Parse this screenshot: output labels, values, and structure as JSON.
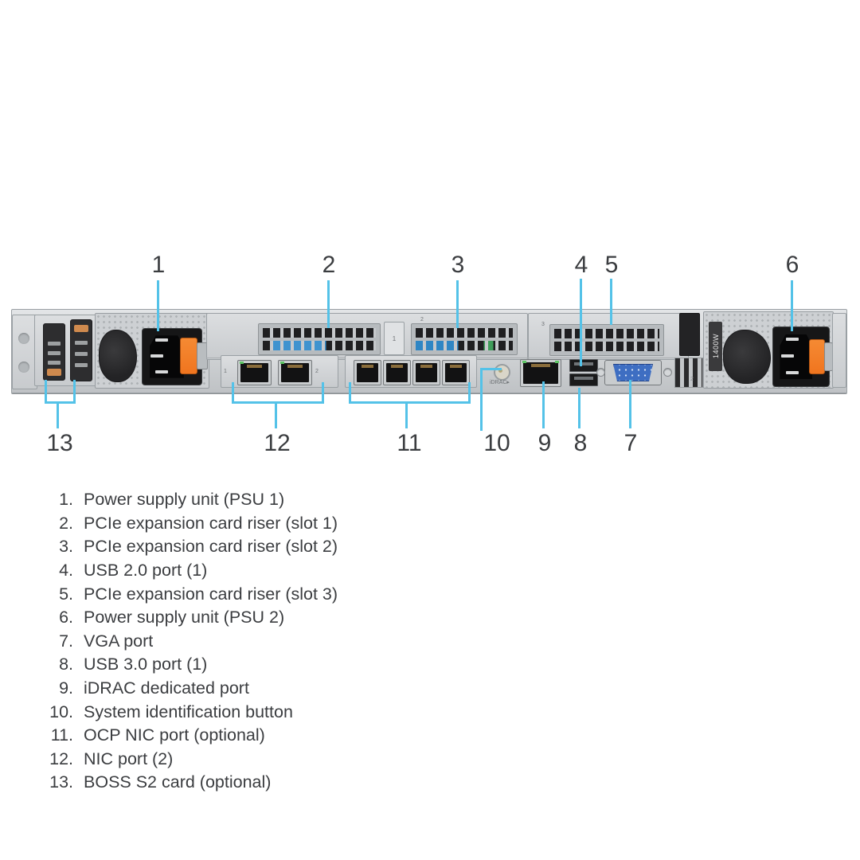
{
  "figure_name": "server-rear-view-diagram",
  "callouts": {
    "top": [
      {
        "n": "1"
      },
      {
        "n": "2"
      },
      {
        "n": "3"
      },
      {
        "n": "4"
      },
      {
        "n": "5"
      },
      {
        "n": "6"
      }
    ],
    "bottom": [
      {
        "n": "13"
      },
      {
        "n": "12"
      },
      {
        "n": "11"
      },
      {
        "n": "10"
      },
      {
        "n": "9"
      },
      {
        "n": "8"
      },
      {
        "n": "7"
      }
    ]
  },
  "server": {
    "psu2_wattage": "1400W",
    "idrac_label": "iDRAC▸",
    "riser1_label": "1",
    "riser2_label": "2",
    "riser3_label": "3",
    "nic_label_1": "1",
    "nic_label_2": "2",
    "io_badge": "2"
  },
  "legend": {
    "items": [
      {
        "num": "1.",
        "label": "Power supply unit (PSU 1)"
      },
      {
        "num": "2.",
        "label": "PCIe expansion card riser (slot 1)"
      },
      {
        "num": "3.",
        "label": "PCIe expansion card riser (slot 2)"
      },
      {
        "num": "4.",
        "label": "USB 2.0 port (1)"
      },
      {
        "num": "5.",
        "label": "PCIe expansion card riser (slot 3)"
      },
      {
        "num": "6.",
        "label": "Power supply unit (PSU 2)"
      },
      {
        "num": "7.",
        "label": "VGA port"
      },
      {
        "num": "8.",
        "label": "USB 3.0 port (1)"
      },
      {
        "num": "9.",
        "label": "iDRAC dedicated port"
      },
      {
        "num": "10.",
        "label": "System identification button"
      },
      {
        "num": "11.",
        "label": "OCP NIC port (optional)"
      },
      {
        "num": "12.",
        "label": "NIC port (2)"
      },
      {
        "num": "13.",
        "label": "BOSS S2 card (optional)"
      }
    ]
  },
  "colors": {
    "leader": "#54C2E8",
    "ink": "#3b3d40",
    "orange": "#F0751F",
    "vga": "#3E6EC2"
  }
}
